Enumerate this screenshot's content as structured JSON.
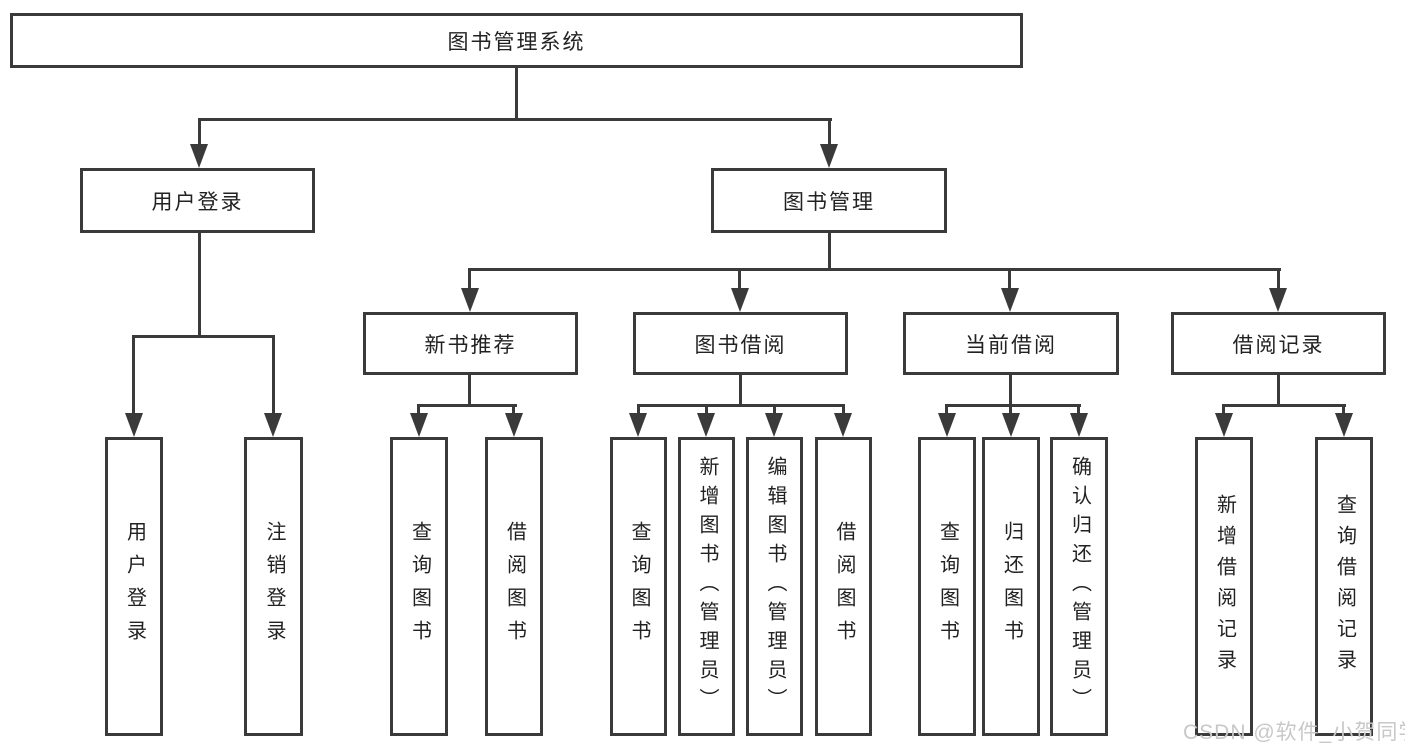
{
  "diagram": {
    "root": "图书管理系统",
    "level1": [
      {
        "label": "用户登录"
      },
      {
        "label": "图书管理"
      }
    ],
    "level2": [
      {
        "label": "新书推荐"
      },
      {
        "label": "图书借阅"
      },
      {
        "label": "当前借阅"
      },
      {
        "label": "借阅记录"
      }
    ],
    "leaves": {
      "user_login": [
        "用户登录",
        "注销登录"
      ],
      "new_book": [
        "查询图书",
        "借阅图书"
      ],
      "book_borrow": [
        "查询图书",
        "新增图书（管理员）",
        "编辑图书（管理员）",
        "借阅图书"
      ],
      "current_borrow": [
        "查询图书",
        "归还图书",
        "确认归还（管理员）"
      ],
      "borrow_record": [
        "新增借阅记录",
        "查询借阅记录"
      ]
    }
  },
  "watermark": "CSDN @软件_小贺同学",
  "colors": {
    "line": "#3a3a3a",
    "text": "#222222",
    "watermark": "#c8c8c8",
    "background": "#ffffff"
  }
}
